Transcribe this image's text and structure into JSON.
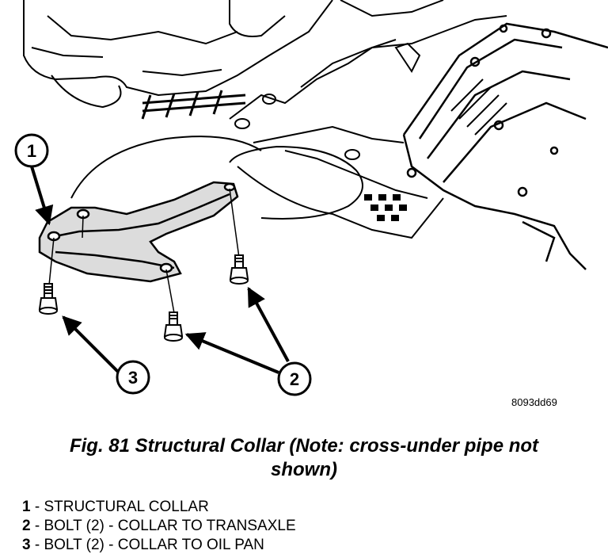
{
  "callouts": [
    {
      "number": "1"
    },
    {
      "number": "2"
    },
    {
      "number": "3"
    }
  ],
  "reference_id": "8093dd69",
  "caption": {
    "line1": "Fig. 81 Structural Collar (Note: cross-under pipe not",
    "line2": "shown)"
  },
  "legend": [
    {
      "num": "1",
      "text": " - STRUCTURAL COLLAR"
    },
    {
      "num": "2",
      "text": " - BOLT (2) - COLLAR TO TRANSAXLE"
    },
    {
      "num": "3",
      "text": " - BOLT (2) - COLLAR TO OIL PAN"
    }
  ]
}
